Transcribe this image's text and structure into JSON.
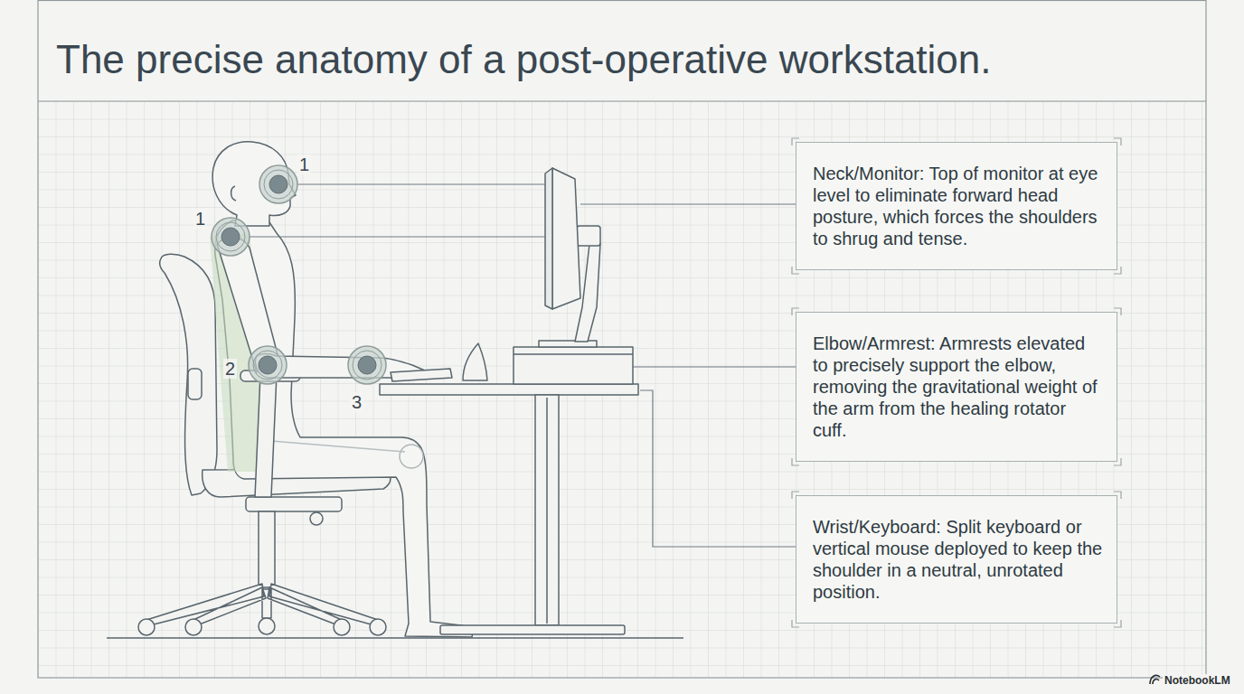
{
  "diagram": {
    "title": "The precise anatomy of a post-operative workstation.",
    "nodes": [
      {
        "text": [
          "Neck/Monitor: Top of monitor at eye level to eliminate forward head posture, which forces the shoulders to shrug and tense."
        ]
      },
      {
        "text": [
          "Elbow/Armrest: Armrests elevated to precisely support the elbow, removing the gravitational weight of the arm from the healing rotator cuff."
        ]
      },
      {
        "text": [
          "Wrist/Keyboard: Split keyboard or vertical mouse deployed to keep the shoulder in a neutral, unrotated position."
        ]
      }
    ],
    "labels": [
      "1",
      "1",
      "2",
      "3",
      "NotebookLM"
    ]
  }
}
